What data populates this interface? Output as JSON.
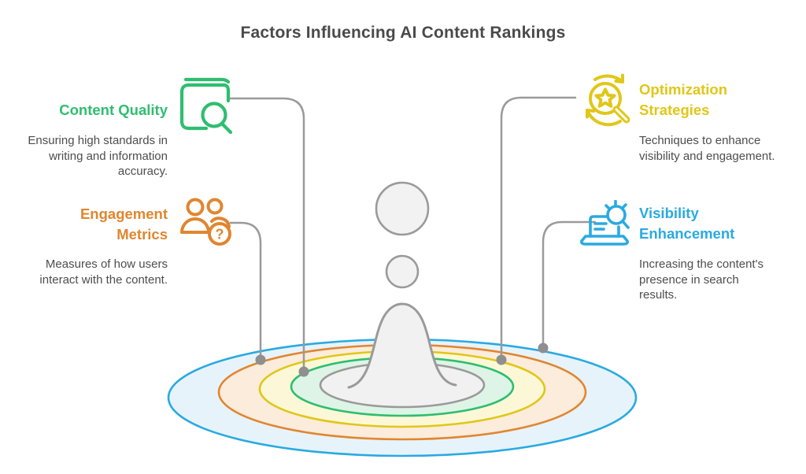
{
  "title": "Factors Influencing AI Content Rankings",
  "colors": {
    "title": "#4a4a4a",
    "text": "#4d4d4d",
    "green": "#2ebe70",
    "orange": "#e0862f",
    "yellow": "#e0c718",
    "blue": "#29aae1",
    "green-fill": "#def4e6",
    "orange-fill": "#fbecdc",
    "yellow-fill": "#fcf8d7",
    "blue-fill": "#e7f3fb",
    "gray-fill": "#f1f1f1",
    "gray-line": "#9a9a9a"
  },
  "factors": [
    {
      "label": "Content Quality",
      "description": "Ensuring high standards in writing and information accuracy.",
      "color": "#2ebe70",
      "icon": "book-search-icon"
    },
    {
      "label": "Engagement Metrics",
      "description": "Measures of how users interact with the content.",
      "color": "#e0862f",
      "icon": "people-question-icon",
      "icon_glyph": "?"
    },
    {
      "label": "Optimization Strategies",
      "description": "Techniques to enhance visibility and engagement.",
      "color": "#e0c718",
      "icon": "star-magnifier-refresh-icon"
    },
    {
      "label": "Visibility Enhancement",
      "description": "Increasing the content's presence in search results.",
      "color": "#29aae1",
      "icon": "laptop-search-icon"
    }
  ],
  "illustration": {
    "name": "water-droplet-ripple",
    "ripples_outer_to_inner": [
      "blue",
      "orange",
      "yellow",
      "green",
      "gray"
    ]
  }
}
